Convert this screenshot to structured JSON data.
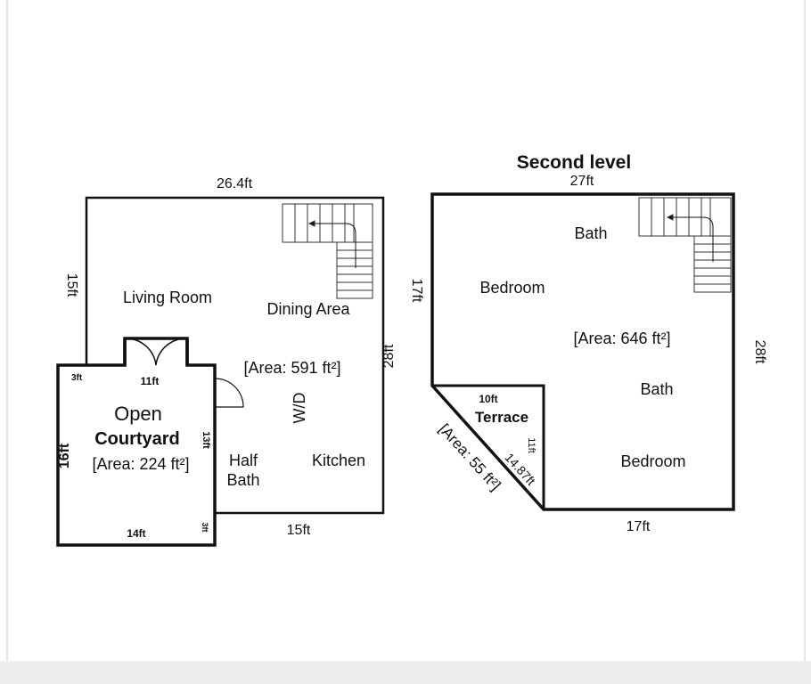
{
  "first_level": {
    "dims": {
      "top": "26.4ft",
      "left": "15ft",
      "right": "28ft",
      "bottom": "15ft"
    },
    "rooms": {
      "living": "Living Room",
      "dining": "Dining Area",
      "wd": "W/D",
      "half_bath_1": "Half",
      "half_bath_2": "Bath",
      "kitchen": "Kitchen"
    },
    "area": "[Area: 591 ft²]",
    "courtyard": {
      "title_1": "Open",
      "title_2": "Courtyard",
      "area": "[Area: 224 ft²]",
      "dims": {
        "top_left": "3ft",
        "top": "11ft",
        "left": "16ft",
        "right": "13ft",
        "bottom": "14ft",
        "bottom_right": "3ft"
      }
    }
  },
  "second_level": {
    "title": "Second level",
    "dims": {
      "top": "27ft",
      "left": "17ft",
      "right": "28ft",
      "bottom": "17ft"
    },
    "rooms": {
      "bath_top": "Bath",
      "bedroom_top": "Bedroom",
      "bath_mid": "Bath",
      "bedroom_bottom": "Bedroom"
    },
    "area": "[Area: 646 ft²]",
    "terrace": {
      "title": "Terrace",
      "top": "10ft",
      "right": "11ft",
      "diagonal": "14.87ft",
      "area": "[Area: 55 ft²]"
    }
  }
}
